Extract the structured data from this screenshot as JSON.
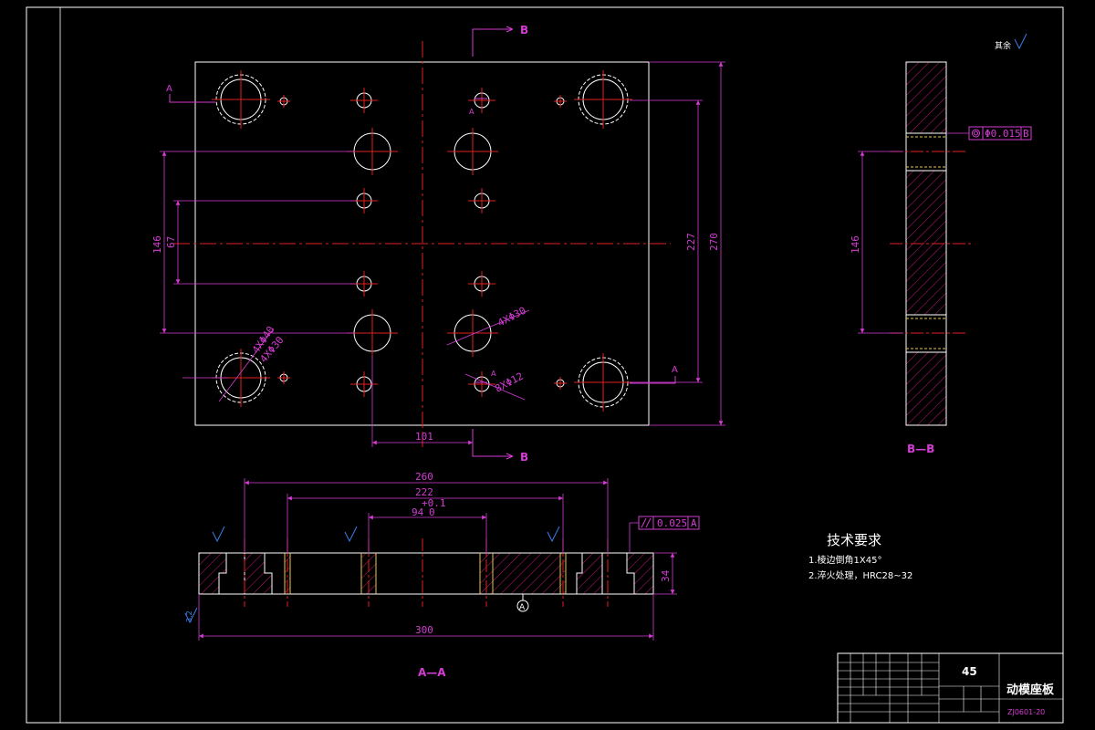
{
  "colors": {
    "background": "#000000",
    "outline": "#ffffff",
    "centerline": "#e02020",
    "dimension": "#d43cd4",
    "hatch": "#c0187a",
    "hidden": "#e8c84a",
    "roughness": "#3a7ee8"
  },
  "section_labels": {
    "b_top": "B",
    "b_bottom": "B",
    "a_top_left": "A",
    "a_right": "A",
    "a_hole_1": "A",
    "a_hole_2": "A",
    "bb_view": "B—B",
    "aa_view": "A—A"
  },
  "plan_view": {
    "dimensions": {
      "width_101": "101",
      "height_146": "146",
      "height_67": "67",
      "height_227": "227",
      "height_270": "270"
    },
    "callouts": {
      "hole_4x40": "4XΦ40",
      "hole_4x30_left": "4XΦ30",
      "hole_4x30_right": "4XΦ30",
      "hole_8x12": "8XΦ12"
    }
  },
  "side_view": {
    "dimension_146": "146",
    "tolerance_value": "Φ0.015",
    "tolerance_datum": "B",
    "roughness_note": "其余"
  },
  "section_view": {
    "dimensions": {
      "width_260": "260",
      "width_222": "222",
      "width_94": "94",
      "tol_upper": "+0.1",
      "tol_lower": "0",
      "width_300": "300",
      "thickness_34": "34"
    },
    "parallelism_value": "0.025",
    "parallelism_datum": "A",
    "datum_label": "A",
    "roughness_mark": "3.2"
  },
  "tech_requirements": {
    "title": "技术要求",
    "items": [
      "1.棱边倒角1X45°",
      "2.淬火处理，HRC28~32"
    ]
  },
  "title_block": {
    "material": "45",
    "part_name": "动模座板",
    "drawing_no": "ZJ0601-20"
  }
}
